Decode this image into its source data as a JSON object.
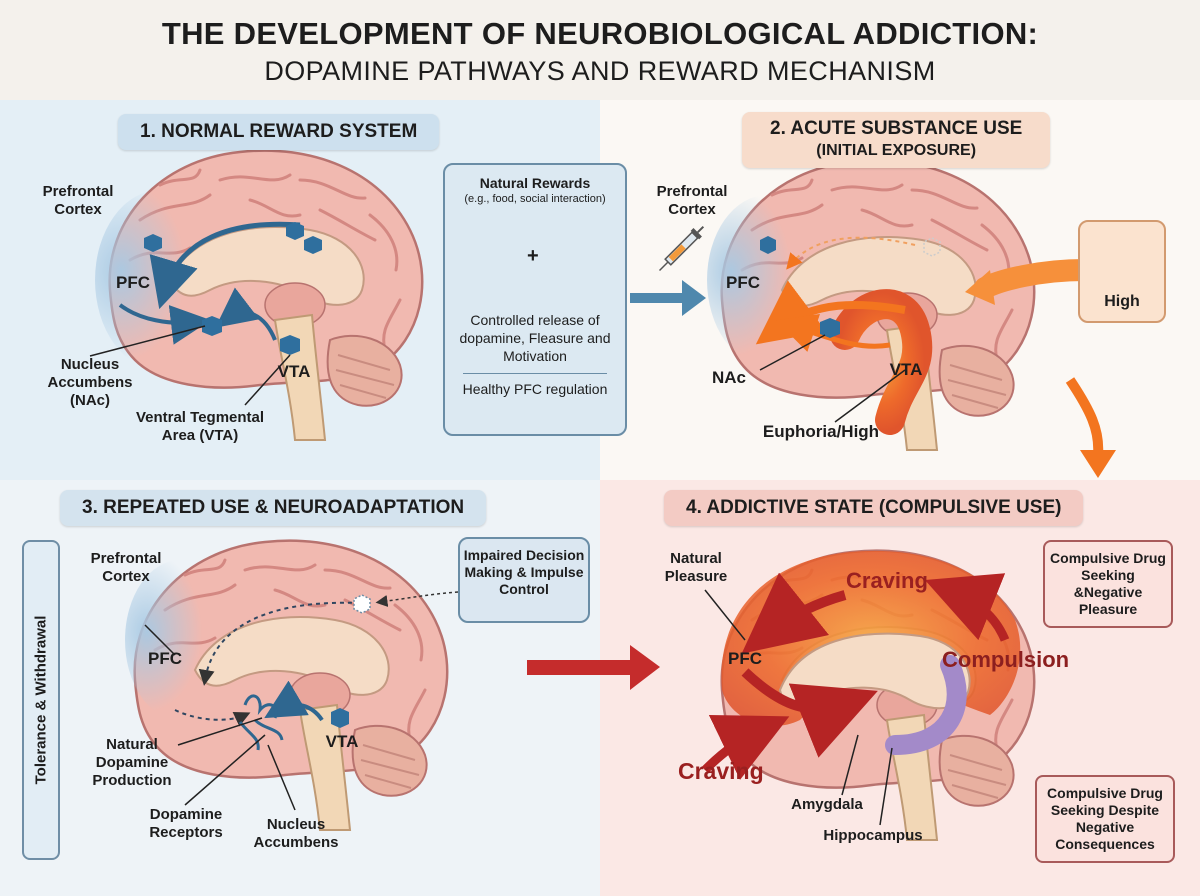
{
  "title": "THE DEVELOPMENT OF NEUROBIOLOGICAL ADDICTION:",
  "subtitle": "DOPAMINE PATHWAYS AND REWARD MECHANISM",
  "panel1": {
    "heading": "1. NORMAL REWARD SYSTEM",
    "label_prefrontal": "Prefrontal Cortex",
    "label_pfc": "PFC",
    "label_nac": "Nucleus Accumbens (NAc)",
    "label_vta": "VTA",
    "label_vta_full": "Ventral Tegmental Area (VTA)",
    "box_title": "Natural Rewards",
    "box_subtitle": "(e.g., food, social interaction)",
    "box_plus": "+",
    "box_desc": "Controlled release of dopamine, Fleasure and Motivation",
    "box_foot": "Healthy PFC regulation"
  },
  "panel2": {
    "heading": "2. ACUTE  SUBSTANCE USE",
    "heading_sub": "(INITIAL EXPOSURE)",
    "label_prefrontal": "Prefrontal Cortex",
    "label_pfc": "PFC",
    "label_nac": "NAc",
    "label_vta": "VTA",
    "label_euphoria": "Euphoria/High",
    "box_high": "High"
  },
  "panel3": {
    "heading": "3. REPEATED USE & NEUROADAPTATION",
    "side_label": "Tolerance & Withdrawal",
    "label_prefrontal": "Prefrontal Cortex",
    "label_pfc": "PFC",
    "label_vta": "VTA",
    "label_natural_dopamine": "Natural Dopamine Production",
    "label_receptors": "Dopamine Receptors",
    "label_nucleus": "Nucleus Accumbens",
    "box_impaired": "Impaired Decision Making & Impulse Control"
  },
  "panel4": {
    "heading": "4. ADDICTIVE STATE (COMPULSIVE USE)",
    "label_natural_pleasure": "Natural Pleasure",
    "label_pfc": "PFC",
    "label_craving_top": "Craving",
    "label_compulsion": "Compulsion",
    "label_craving_bottom": "Craving",
    "label_amygdala": "Amygdala",
    "label_hippocampus": "Hippocampus",
    "box_top": "Compulsive Drug Seeking &Negative Pleasure",
    "box_bottom": "Compulsive Drug Seeking Despite Negative Consequences"
  },
  "colors": {
    "brain": "#f1b9b0",
    "gyri": "#d98f89",
    "pfc_blue": "#a8c9e3",
    "pathway_blue": "#2f6790",
    "drug_orange": "#f3751f",
    "addict_red": "#b52424",
    "hippocampus_purple": "#a38ac9"
  }
}
